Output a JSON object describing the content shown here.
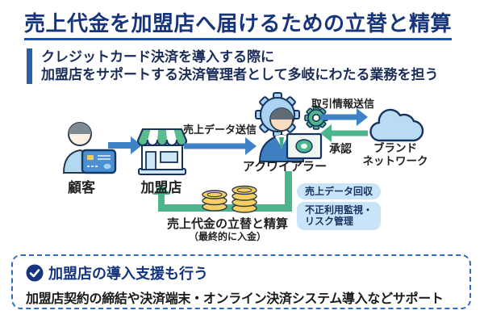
{
  "title": "売上代金を加盟店へ届けるための立替と精算",
  "subtitle_line1": "クレジットカード決済を導入する際に",
  "subtitle_line2": "加盟店をサポートする決済管理者として多岐にわたる業務を担う",
  "diagram": {
    "customer_label": "顧客",
    "merchant_label": "加盟店",
    "acquirer_label": "アクワイアラー",
    "brand_network_line1": "ブランド",
    "brand_network_line2": "ネットワーク",
    "arrow_sales_data_label": "売上データ送信",
    "arrow_transaction_info_label": "取引情報送信",
    "arrow_approval_label": "承認",
    "settlement_label": "売上代金の立替と精算",
    "settlement_note": "（最終的に入金）",
    "badge_collect": "売上データ回収",
    "badge_fraud_line1": "不正利用監視・",
    "badge_fraud_line2": "リスク管理"
  },
  "bottom_box": {
    "title": "加盟店の導入支援も行う",
    "body": "加盟店契約の締結や決済端末・オンライン決済システム導入などサポート"
  },
  "colors": {
    "title_navy": "#16357d",
    "underline_blue": "#1c4eb8",
    "subtitle_bar_blue": "#2b5fad",
    "arrow_blue": "#3e82c8",
    "green": "#4db58b",
    "cloud_fill": "#b9dcf4",
    "badge_bg": "#c9e4f8",
    "coin_gold": "#f5cf63",
    "outline_navy": "#16325e"
  }
}
